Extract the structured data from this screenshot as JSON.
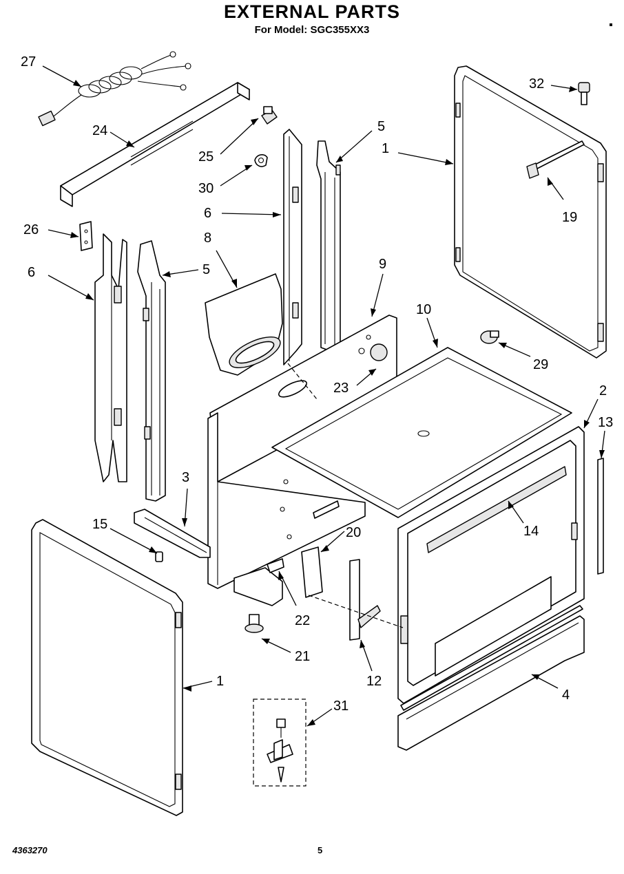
{
  "header": {
    "title": "EXTERNAL PARTS",
    "subtitle": "For Model: SGC355XX3"
  },
  "footer": {
    "doc_number": "4363270",
    "page_number": "5"
  },
  "callouts": {
    "c27": "27",
    "c24": "24",
    "c25": "25",
    "c30": "30",
    "c5a": "5",
    "c6a": "6",
    "c32": "32",
    "c1a": "1",
    "c19": "19",
    "c26": "26",
    "c6b": "6",
    "c5b": "5",
    "c8": "8",
    "c9": "9",
    "c10": "10",
    "c23": "23",
    "c29": "29",
    "c2": "2",
    "c13": "13",
    "c3": "3",
    "c15": "15",
    "c14": "14",
    "c20": "20",
    "c22": "22",
    "c21": "21",
    "c1b": "1",
    "c12": "12",
    "c4": "4",
    "c31": "31"
  }
}
